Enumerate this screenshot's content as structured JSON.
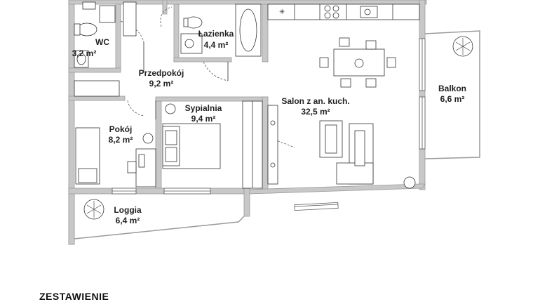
{
  "rooms": [
    {
      "key": "wc",
      "name": "WC",
      "area": "3,2 m²"
    },
    {
      "key": "lazienka",
      "name": "Łazienka",
      "area": "4,4 m²"
    },
    {
      "key": "przedpokoj",
      "name": "Przedpokój",
      "area": "9,2 m²"
    },
    {
      "key": "sypialnia",
      "name": "Sypialnia",
      "area": "9,4 m²"
    },
    {
      "key": "salon",
      "name": "Salon z an. kuch.",
      "area": "32,5 m²"
    },
    {
      "key": "balkon",
      "name": "Balkon",
      "area": "6,6 m²"
    },
    {
      "key": "pokoj",
      "name": "Pokój",
      "area": "8,2 m²"
    },
    {
      "key": "loggia",
      "name": "Loggia",
      "area": "6,4 m²"
    }
  ],
  "summary": {
    "title": "ZESTAWIENIE"
  },
  "colors": {
    "wall": "#c8c8c8",
    "wall_edge": "#9a9a9a",
    "line": "#333333",
    "text": "#222222"
  }
}
